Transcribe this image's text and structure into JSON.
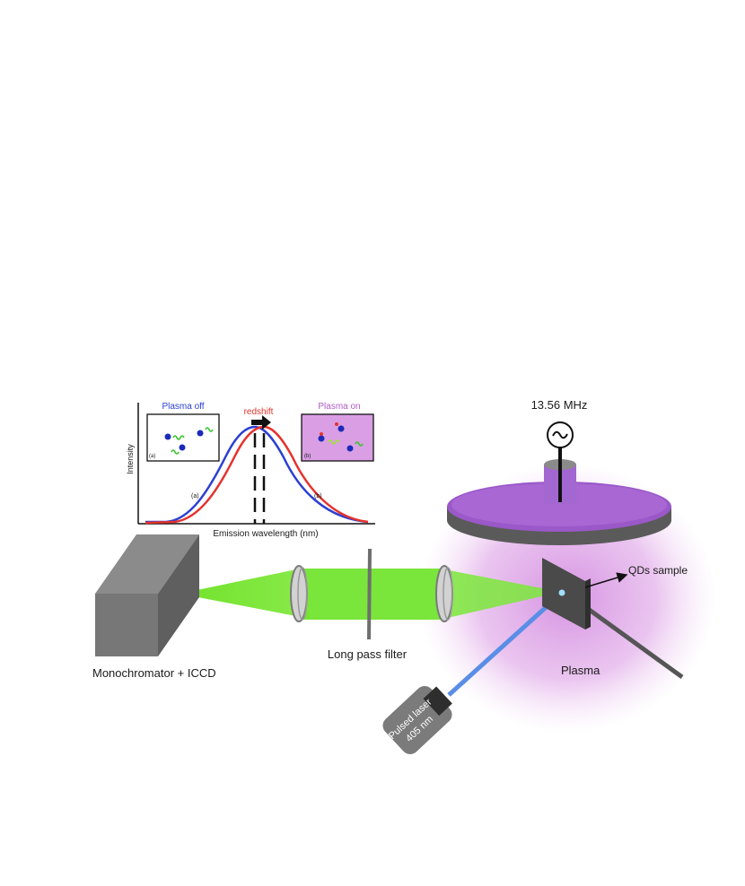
{
  "inset": {
    "ylabel": "Intensity",
    "xlabel": "Emission wavelength (nm)",
    "shift_label": "redshift",
    "curve_a_label": "(a)",
    "curve_b_label": "(b)",
    "box_a": {
      "title": "Plasma off",
      "tag": "(a)"
    },
    "box_b": {
      "title": "Plasma on",
      "tag": "(b)"
    }
  },
  "labels": {
    "rf_frequency": "13.56 MHz",
    "qds_sample": "QDs sample",
    "plasma": "Plasma",
    "filter": "Long pass filter",
    "detector": "Monochromator + ICCD",
    "laser_line1": "Pulsed laser",
    "laser_line2": "405 nm"
  },
  "colors": {
    "plasma_off": "#2b3fd1",
    "plasma_on": "#e5322d",
    "plasma_glow": "#c86fd8",
    "emission_beam": "#66e01a",
    "laser_beam": "#5a8ee6",
    "equipment": "#6b6b6b"
  }
}
